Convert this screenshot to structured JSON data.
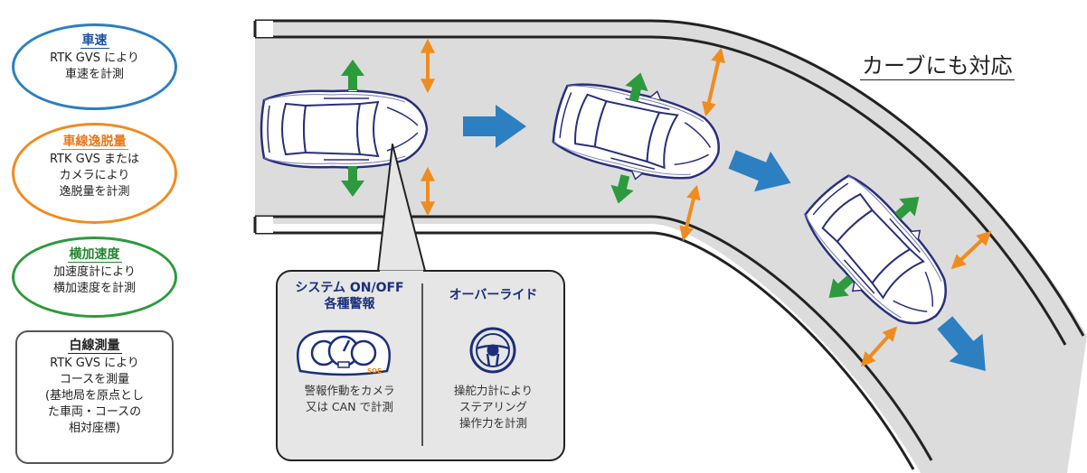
{
  "legend": {
    "speed": {
      "title": "車速",
      "lines": [
        "RTK GVS により",
        "車速を計測"
      ]
    },
    "lane_departure": {
      "title": "車線逸脱量",
      "lines": [
        "RTK GVS または",
        "カメラにより",
        "逸脱量を計測"
      ]
    },
    "lateral_accel": {
      "title": "横加速度",
      "lines": [
        "加速度計により",
        "横加速度を計測"
      ]
    },
    "white_line": {
      "title": "白線測量",
      "lines": [
        "RTK GVS により",
        "コースを測量",
        "(基地局を原点とし",
        "た車両・コースの",
        "相対座標)"
      ]
    }
  },
  "curve_label": "カーブにも対応",
  "callout": {
    "left": {
      "title_lines": [
        "システム ON/OFF",
        "各種警報"
      ],
      "icon": "dashboard-gauge-icon",
      "lines": [
        "警報作動をカメラ",
        "又は CAN で計測"
      ]
    },
    "right": {
      "title_lines": [
        "オーバーライド"
      ],
      "icon": "steering-wheel-icon",
      "lines": [
        "操舵力計により",
        "ステアリング",
        "操作力を計測"
      ]
    }
  },
  "colors": {
    "speed": "#2c7fc1",
    "lane": "#ef8c1f",
    "accel": "#2d9a3d",
    "road": "#dcdcdc",
    "car_outline": "#2a2f7a"
  }
}
